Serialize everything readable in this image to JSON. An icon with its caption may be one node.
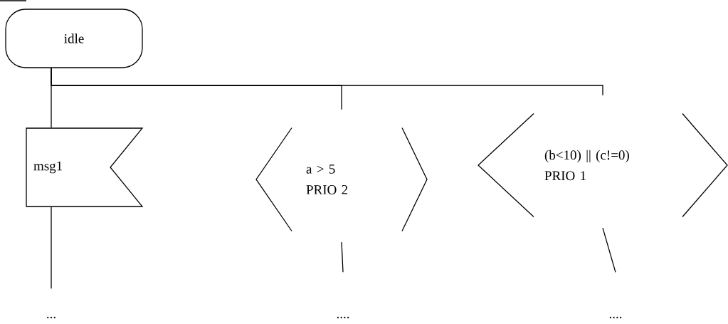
{
  "diagram": {
    "nodes": [
      {
        "text": [
          "idle"
        ]
      },
      {
        "text": [
          "msg1"
        ]
      },
      {
        "text": [
          "a > 5",
          "PRIO 2"
        ]
      },
      {
        "text": [
          "(b<10) || (c!=0)",
          "PRIO 1"
        ]
      },
      {
        "text": [
          "..."
        ]
      },
      {
        "text": [
          "...."
        ]
      },
      {
        "text": [
          "...."
        ]
      }
    ],
    "edges": [
      {
        "from": 0,
        "to": 1,
        "arrow": "none"
      },
      {
        "from": 0,
        "to": 2,
        "arrow": "none"
      },
      {
        "from": 0,
        "to": 3,
        "arrow": "none"
      },
      {
        "from": 1,
        "to": 4,
        "arrow": "none"
      },
      {
        "from": 2,
        "to": 5,
        "arrow": "none"
      },
      {
        "from": 3,
        "to": 6,
        "arrow": "none"
      }
    ]
  }
}
